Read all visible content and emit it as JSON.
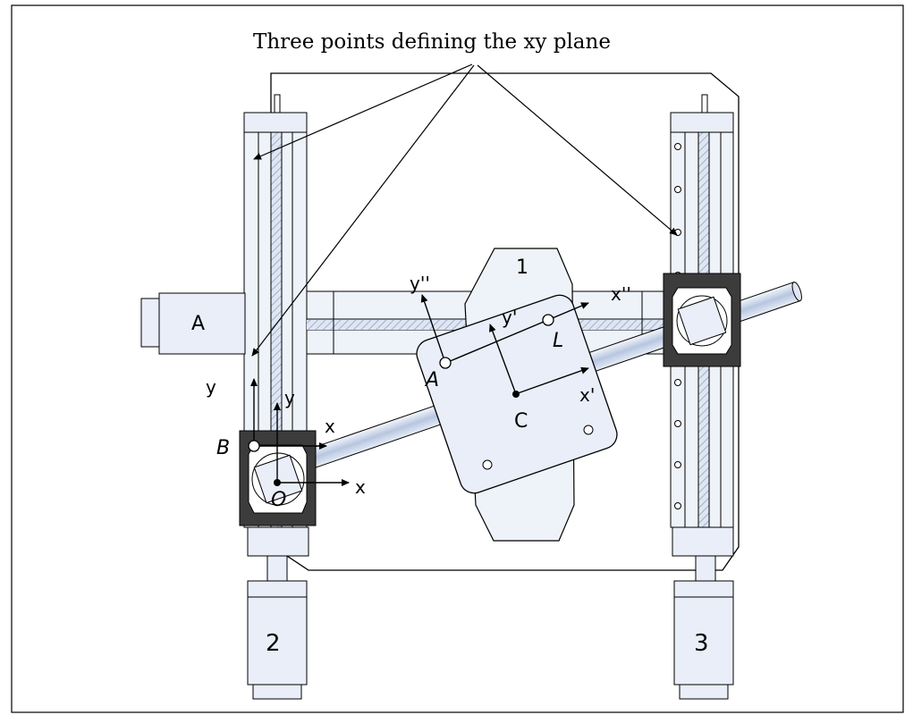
{
  "title": "Three points defining the xy plane",
  "labels": {
    "motor_a": "A",
    "motor_left": "2",
    "motor_right": "3",
    "y1_left": "y",
    "y_o": "y",
    "x1": "x",
    "x_o": "x",
    "point_b": "B",
    "point_o": "O",
    "y_double_prime": "y''",
    "x_double_prime": "x''",
    "y_prime": "y'",
    "x_prime": "x'",
    "point_a": "A",
    "point_l": "L",
    "point_c": "C",
    "stage_1": "1"
  },
  "colors": {
    "fill_light": "#e9eef8",
    "fill_mid": "#dde4f0",
    "hatch": "#b9c6dc",
    "stroke": "#000000",
    "dark_frame": "#3c3c3c"
  }
}
